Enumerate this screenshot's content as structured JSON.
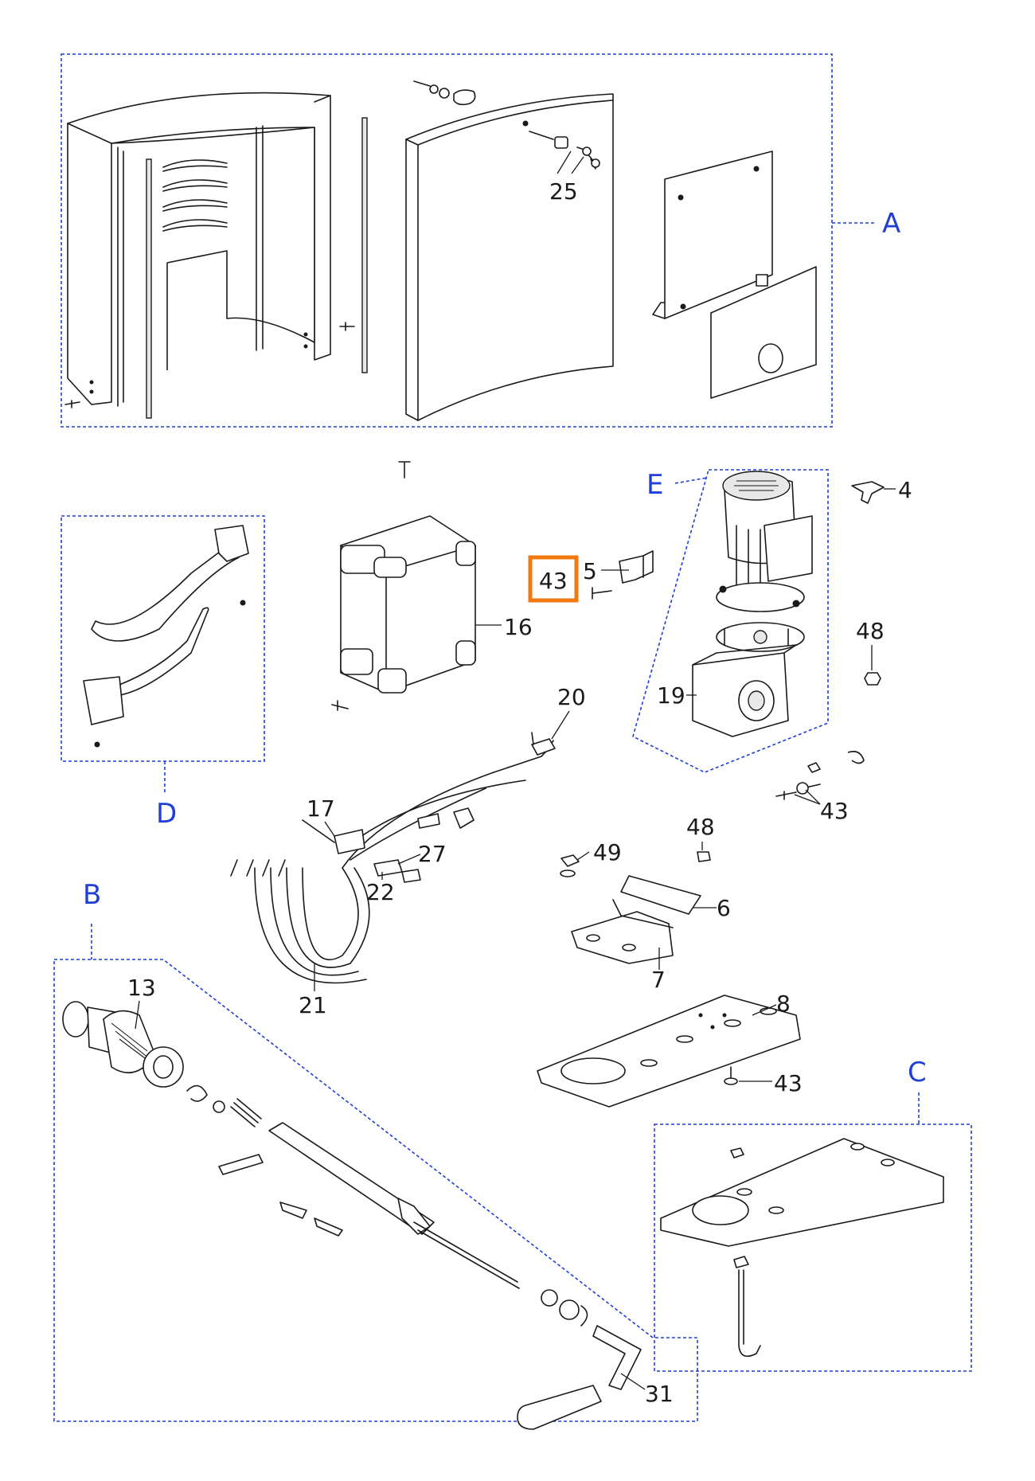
{
  "colors": {
    "line": "#1a1a1a",
    "group_outline": "#1f3fd6",
    "group_label": "#1f3fd6",
    "highlight": "#f07a10"
  },
  "groups": {
    "A": "A",
    "B": "B",
    "C": "C",
    "D": "D",
    "E": "E"
  },
  "parts": {
    "p4": "4",
    "p5": "5",
    "p6": "6",
    "p7": "7",
    "p8": "8",
    "p13": "13",
    "p16": "16",
    "p17": "17",
    "p19": "19",
    "p20": "20",
    "p21": "21",
    "p22": "22",
    "p25": "25",
    "p27": "27",
    "p31": "31",
    "p43_highlight": "43",
    "p43_motor": "43",
    "p43_plate": "43",
    "p48_top": "48",
    "p48_bottom": "48",
    "p49": "49"
  },
  "highlighted_part": "43"
}
